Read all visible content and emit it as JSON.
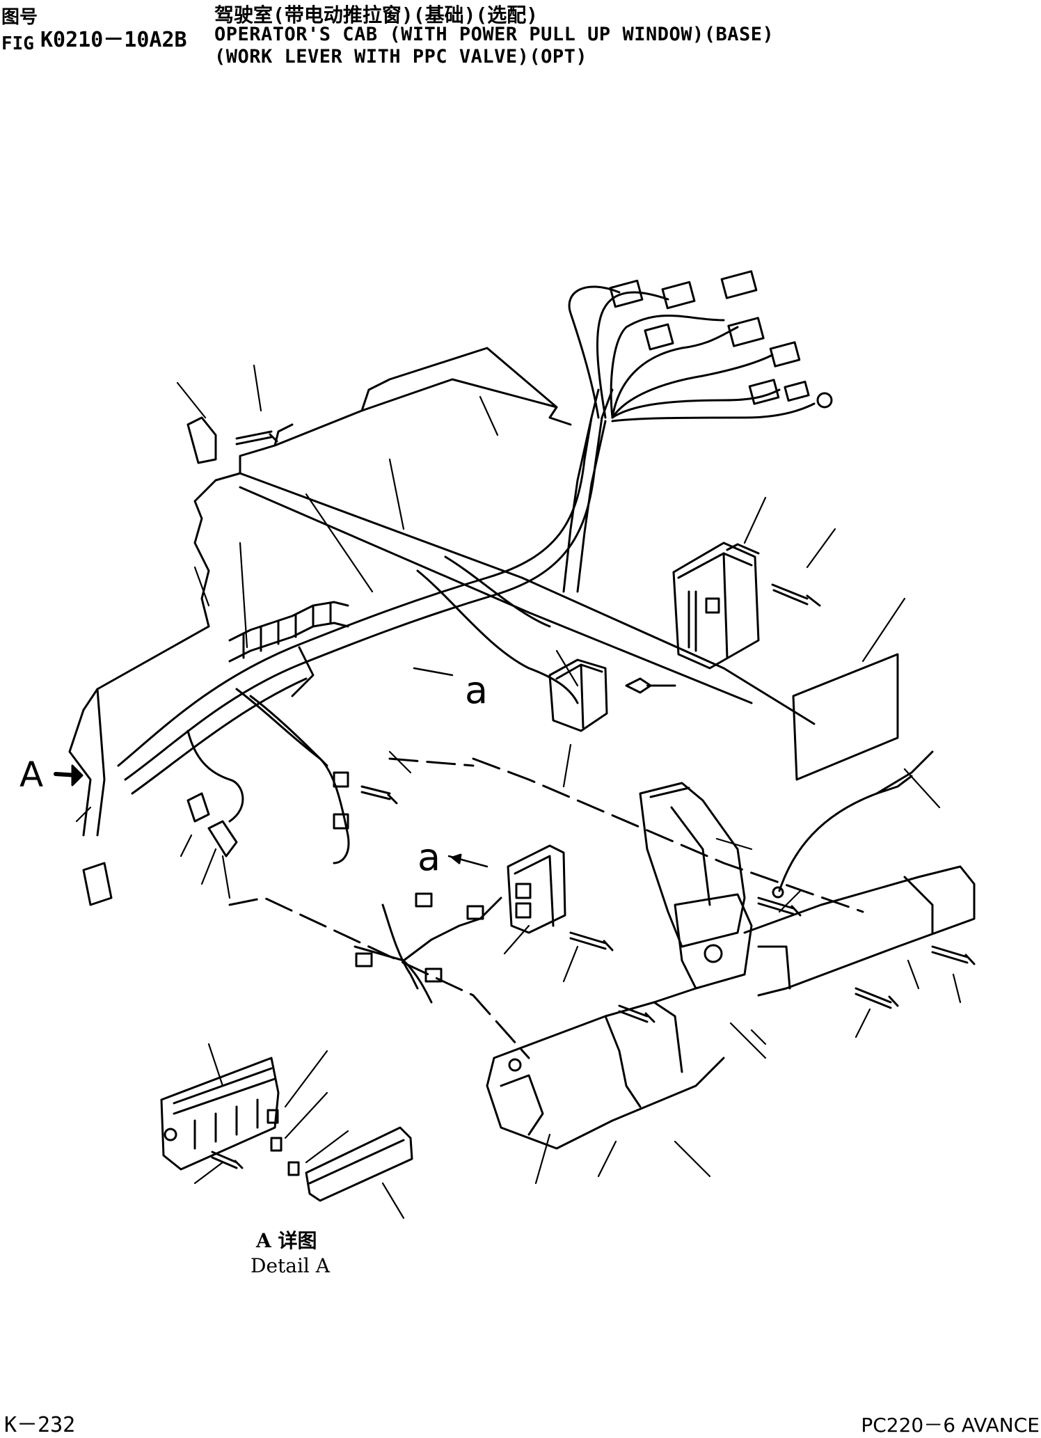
{
  "header": {
    "label_cn": "图号",
    "label_en": "FIG",
    "fig_no": "K0210－10A2B",
    "title_cn": "驾驶室(带电动推拉窗)(基础)(选配)",
    "title_en_line1": "OPERATOR'S CAB (WITH POWER PULL UP WINDOW)(BASE)",
    "title_en_line2": "(WORK LEVER WITH PPC VALVE)(OPT)"
  },
  "diagram": {
    "view_marker": "A",
    "ref_marker_1": "a",
    "ref_marker_2": "a",
    "detail_caption_cn": "A 详图",
    "detail_caption_en": "Detail A"
  },
  "footer": {
    "page_number": "K－232",
    "model": "PC220－6 AVANCE"
  }
}
